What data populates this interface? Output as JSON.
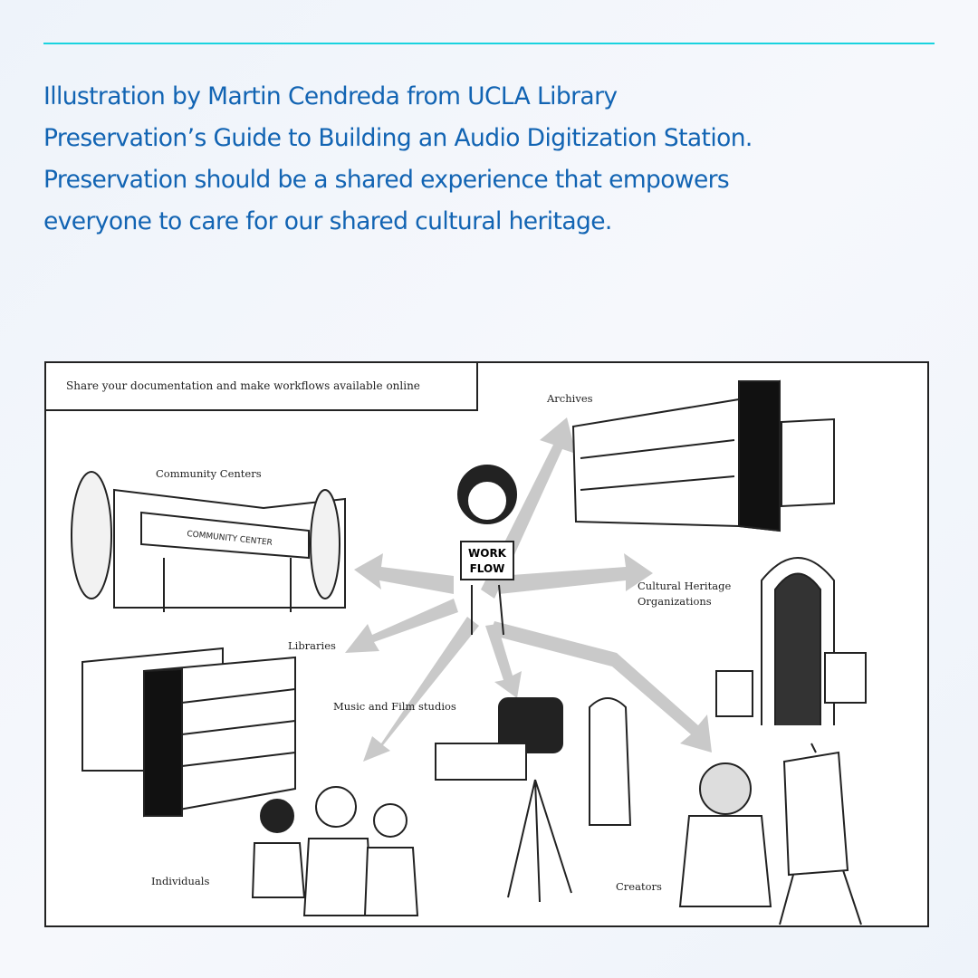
{
  "caption": {
    "lines": [
      "Illustration by Martin Cendreda from UCLA Library",
      "Preservation’s Guide to Building an Audio Digitization Station.",
      "Preservation should be a shared experience that empowers",
      "everyone to care for our shared cultural heritage."
    ]
  },
  "illustration": {
    "heading": "Share your documentation and make workflows available online",
    "sign": [
      "WORK",
      "FLOW"
    ],
    "sign_building": "COMMUNITY CENTER",
    "labels": {
      "community_centers": "Community Centers",
      "archives": "Archives",
      "cultural_heritage": [
        "Cultural Heritage",
        "Organizations"
      ],
      "libraries": "Libraries",
      "music_film": "Music and Film studios",
      "individuals": "Individuals",
      "creators": "Creators"
    }
  },
  "colors": {
    "accent_rule": "#19d3df",
    "caption_text": "#1264b3",
    "arrow_gray": "#c8c8c8"
  }
}
